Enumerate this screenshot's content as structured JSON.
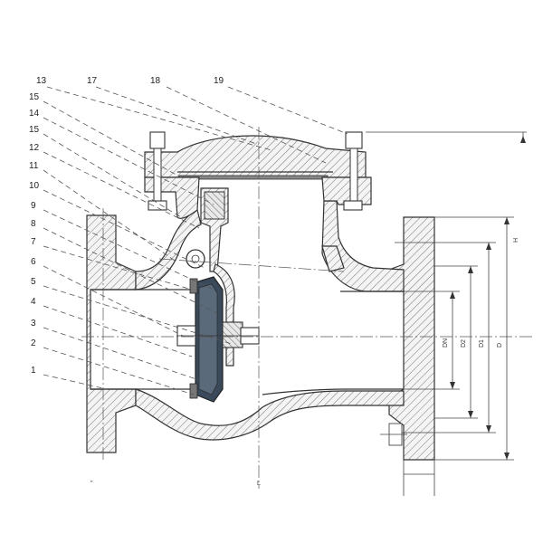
{
  "labels": {
    "l13a": "13",
    "l17": "17",
    "l18": "18",
    "l19": "19",
    "l15a": "15",
    "l14": "14",
    "l15b": "15",
    "l12": "12",
    "l11": "11",
    "l10": "10",
    "l9": "9",
    "l8": "8",
    "l7": "7",
    "l6": "6",
    "l5": "5",
    "l4": "4",
    "l3": "3",
    "l2": "2",
    "l1": "1"
  },
  "dimensions": {
    "dn": "DN",
    "d2": "D2",
    "d1": "D1",
    "d": "D",
    "h": "H",
    "l": "L"
  },
  "colors": {
    "stroke": "#333333",
    "hatch": "#555555",
    "disc": "#3a4a5a"
  }
}
